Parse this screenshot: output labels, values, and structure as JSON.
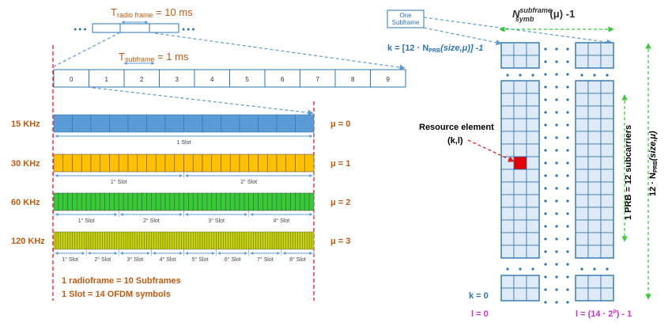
{
  "title": "",
  "radio_frame": {
    "label": "T radio frame = 10 ms",
    "label_prefix": "T",
    "label_sub": "radio frame",
    "label_suffix": " = 10 ms",
    "continuation": "● ● ●"
  },
  "subframe": {
    "label_prefix": "T",
    "label_sub": "subframe",
    "label_suffix": " = 1 ms",
    "indices": [
      "0",
      "1",
      "2",
      "3",
      "4",
      "5",
      "6",
      "7",
      "8",
      "9"
    ]
  },
  "numerologies": [
    {
      "scs": "15 KHz",
      "mu": "μ = 0",
      "symbols": 14,
      "slot_labels": [
        "1 Slot"
      ],
      "color": "#5b9bd5"
    },
    {
      "scs": "30 KHz",
      "mu": "μ = 1",
      "symbols": 28,
      "slot_labels": [
        "1° Slot",
        "2° Slot"
      ],
      "color": "#ffc000"
    },
    {
      "scs": "60 KHz",
      "mu": "μ = 2",
      "symbols": 56,
      "slot_labels": [
        "1° Slot",
        "2° Slot",
        "3° Slot",
        "4° Slot"
      ],
      "color": "#33cc33"
    },
    {
      "scs": "120 KHz",
      "mu": "μ = 3",
      "symbols": 112,
      "slot_labels": [
        "1° Slot",
        "2° Slot",
        "3° Slot",
        "4° Slot",
        "5° Slot",
        "6° Slot",
        "7° Slot",
        "8° Slot"
      ],
      "color": "#c8d400"
    }
  ],
  "notes": [
    "1 radioframe = 10 Subframes",
    "1 Slot = 14 OFDM symbols"
  ],
  "grid": {
    "one_subframe": [
      "One",
      "Subframe"
    ],
    "top_label_base": "N",
    "top_label_sup": "subframe",
    "top_label_sub": "symb",
    "top_label_rest": "(μ) -1",
    "k_top": "k = [12 · N",
    "k_top_sub": "PRB",
    "k_top_rest": "(size,μ)] -1",
    "resource_element": "Resource element",
    "resource_element_index": "(k,l)",
    "k_bottom": "k = 0",
    "l_left": "l = 0",
    "l_right": "l = (14 · 2",
    "l_right_sup": "μ",
    "l_right_rest": ") - 1",
    "prb_label": "1 PRB = 12 subcarriers",
    "side_label": "12 · N",
    "side_label_sub": "PRB",
    "side_label_rest": "(size,μ)"
  },
  "colors": {
    "accent_text": "#c55a11",
    "blue_box": "#2e75b6",
    "dashed_blue": "#5b9bd5",
    "red_line": "#e02020",
    "green_arrow": "#33cc33",
    "purple_text": "#cc33cc",
    "blue_text": "#2e75b6",
    "grid_fill": "#deebf7",
    "resource_red": "#e00000",
    "dot_blue": "#2e75b6"
  }
}
